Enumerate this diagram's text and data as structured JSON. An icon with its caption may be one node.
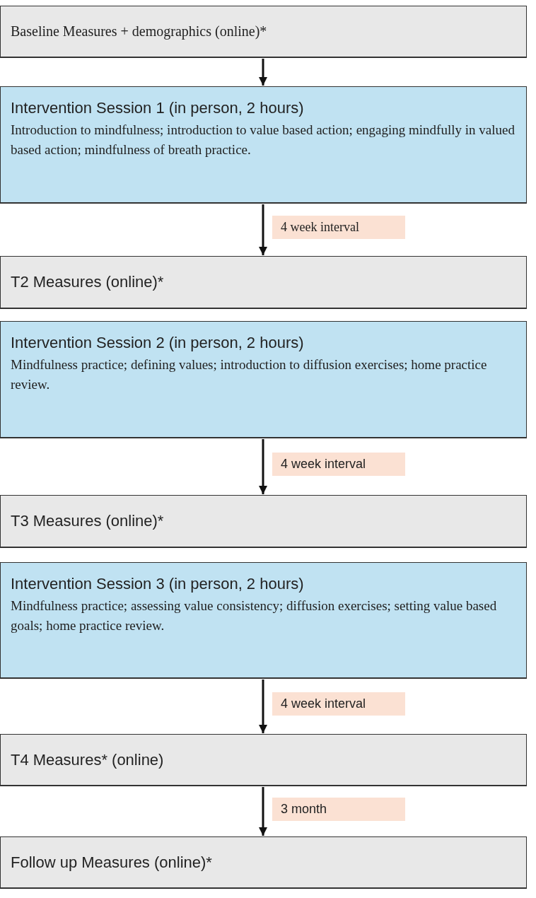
{
  "diagram": {
    "nodes": [
      {
        "text": [
          "Baseline Measures + demographics (online)*"
        ]
      },
      {
        "text": [
          "Intervention Session 1 (in person, 2 hours)",
          "Introduction to mindfulness; introduction to value based action; engaging mindfully in valued based action; mindfulness of breath practice."
        ]
      },
      {
        "text": [
          "T2 Measures (online)*"
        ]
      },
      {
        "text": [
          "Intervention Session 2 (in person, 2 hours)",
          "Mindfulness practice; defining values; introduction to diffusion exercises; home practice review."
        ]
      },
      {
        "text": [
          "T3 Measures (online)*"
        ]
      },
      {
        "text": [
          "Intervention Session 3 (in person, 2 hours)",
          "Mindfulness practice; assessing value consistency; diffusion exercises; setting value based goals; home practice review."
        ]
      },
      {
        "text": [
          "T4 Measures* (online)"
        ]
      },
      {
        "text": [
          "Follow up Measures (online)*"
        ]
      }
    ],
    "edges": [
      {
        "from": 0,
        "to": 1,
        "arrow": "to"
      },
      {
        "from": 1,
        "to": 2,
        "arrow": "to",
        "label": "4 week interval"
      },
      {
        "from": 3,
        "to": 4,
        "arrow": "to",
        "label": "4 week interval"
      },
      {
        "from": 5,
        "to": 6,
        "arrow": "to",
        "label": "4 week interval"
      },
      {
        "from": 6,
        "to": 7,
        "arrow": "to",
        "label": "3 month"
      }
    ]
  }
}
